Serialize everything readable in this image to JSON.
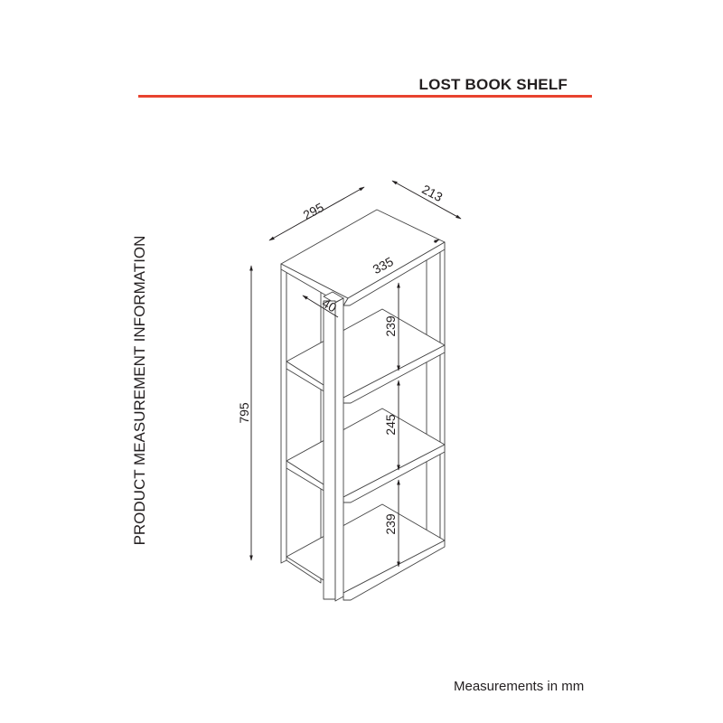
{
  "header": {
    "title": "LOST BOOK SHELF",
    "accent_color": "#e8432f"
  },
  "side_label": "PRODUCT MEASUREMENT INFORMATION",
  "footer_note": "Measurements in mm",
  "dimensions": {
    "height": "795",
    "width": "295",
    "depth": "213",
    "shelf_length": "335",
    "thickness": "40",
    "gap_top": "239",
    "gap_middle": "245",
    "gap_bottom": "239"
  }
}
